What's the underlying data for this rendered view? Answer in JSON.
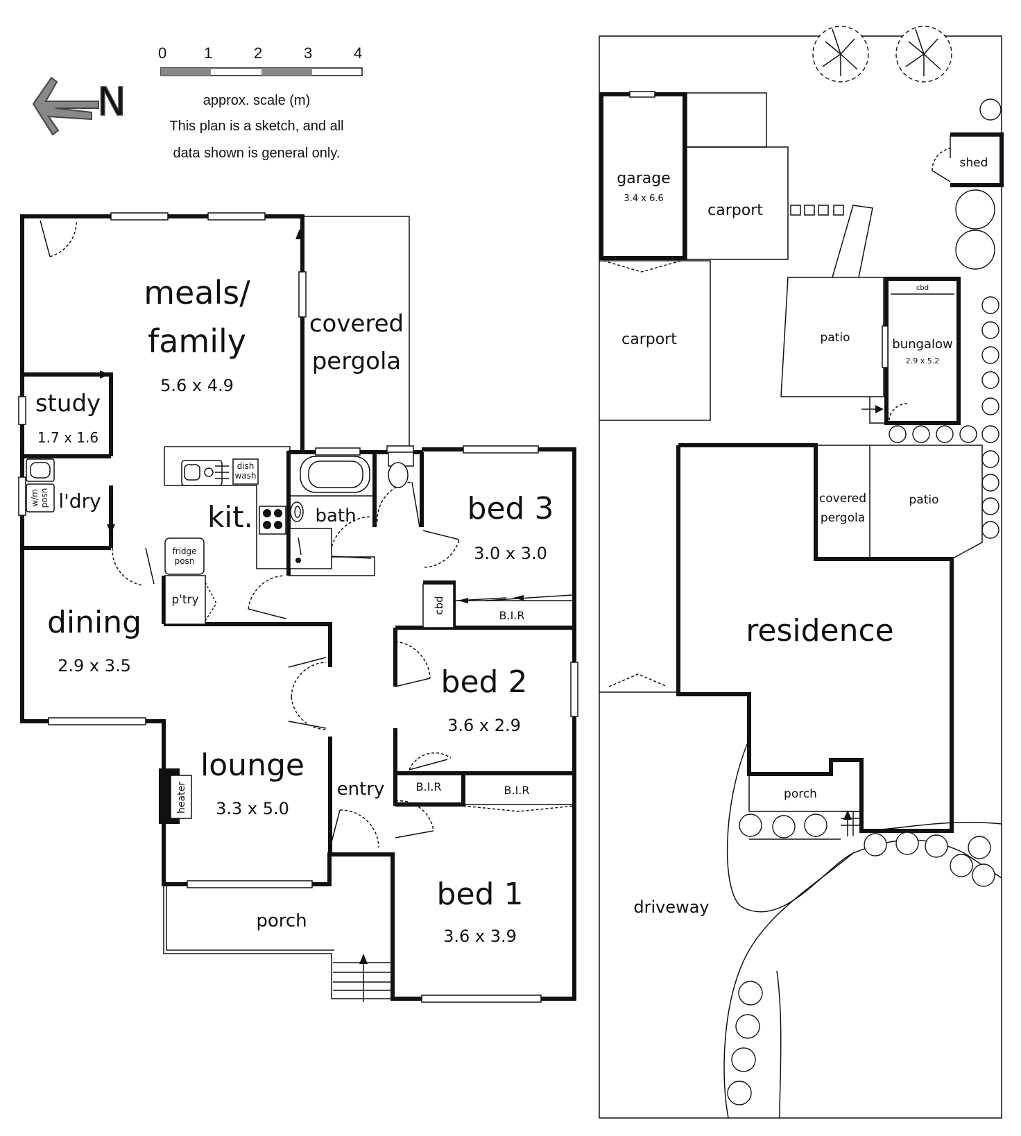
{
  "scale": {
    "ticks": [
      "0",
      "1",
      "2",
      "3",
      "4"
    ],
    "caption": "approx. scale (m)",
    "disclaimer_line1": "This plan is a sketch, and all",
    "disclaimer_line2": "data shown is general only."
  },
  "compass": {
    "letter": "N"
  },
  "house": {
    "meals_family": {
      "line1": "meals/",
      "line2": "family",
      "size": "5.6 x 4.9"
    },
    "covered_pergola": {
      "line1": "covered",
      "line2": "pergola"
    },
    "study": {
      "name": "study",
      "size": "1.7 x 1.6"
    },
    "laundry": {
      "name": "l'dry",
      "wm": "w/m",
      "posn": "posn"
    },
    "kitchen": {
      "name": "kit.",
      "dishwash1": "dish",
      "dishwash2": "wash"
    },
    "fridge": {
      "line1": "fridge",
      "line2": "posn"
    },
    "pantry": "p'try",
    "bath": "bath",
    "bed3": {
      "name": "bed 3",
      "size": "3.0 x 3.0"
    },
    "cbd": "cbd",
    "bir3": "B.I.R",
    "dining": {
      "name": "dining",
      "size": "2.9 x 3.5"
    },
    "bed2": {
      "name": "bed 2",
      "size": "3.6 x 2.9"
    },
    "bir2a": "B.I.R",
    "bir2b": "B.I.R",
    "lounge": {
      "name": "lounge",
      "size": "3.3 x 5.0"
    },
    "heater": "heater",
    "entry": "entry",
    "porch": "porch",
    "bed1": {
      "name": "bed 1",
      "size": "3.6 x 3.9"
    }
  },
  "site": {
    "garage": {
      "name": "garage",
      "size": "3.4 x 6.6"
    },
    "carport_top": "carport",
    "carport_left": "carport",
    "shed": "shed",
    "patio_top": "patio",
    "bungalow": {
      "name": "bungalow",
      "size": "2.9 x 5.2",
      "cbd": "cbd"
    },
    "covered_pergola": {
      "line1": "covered",
      "line2": "pergola"
    },
    "patio_right": "patio",
    "residence": "residence",
    "porch": "porch",
    "driveway": "driveway"
  }
}
